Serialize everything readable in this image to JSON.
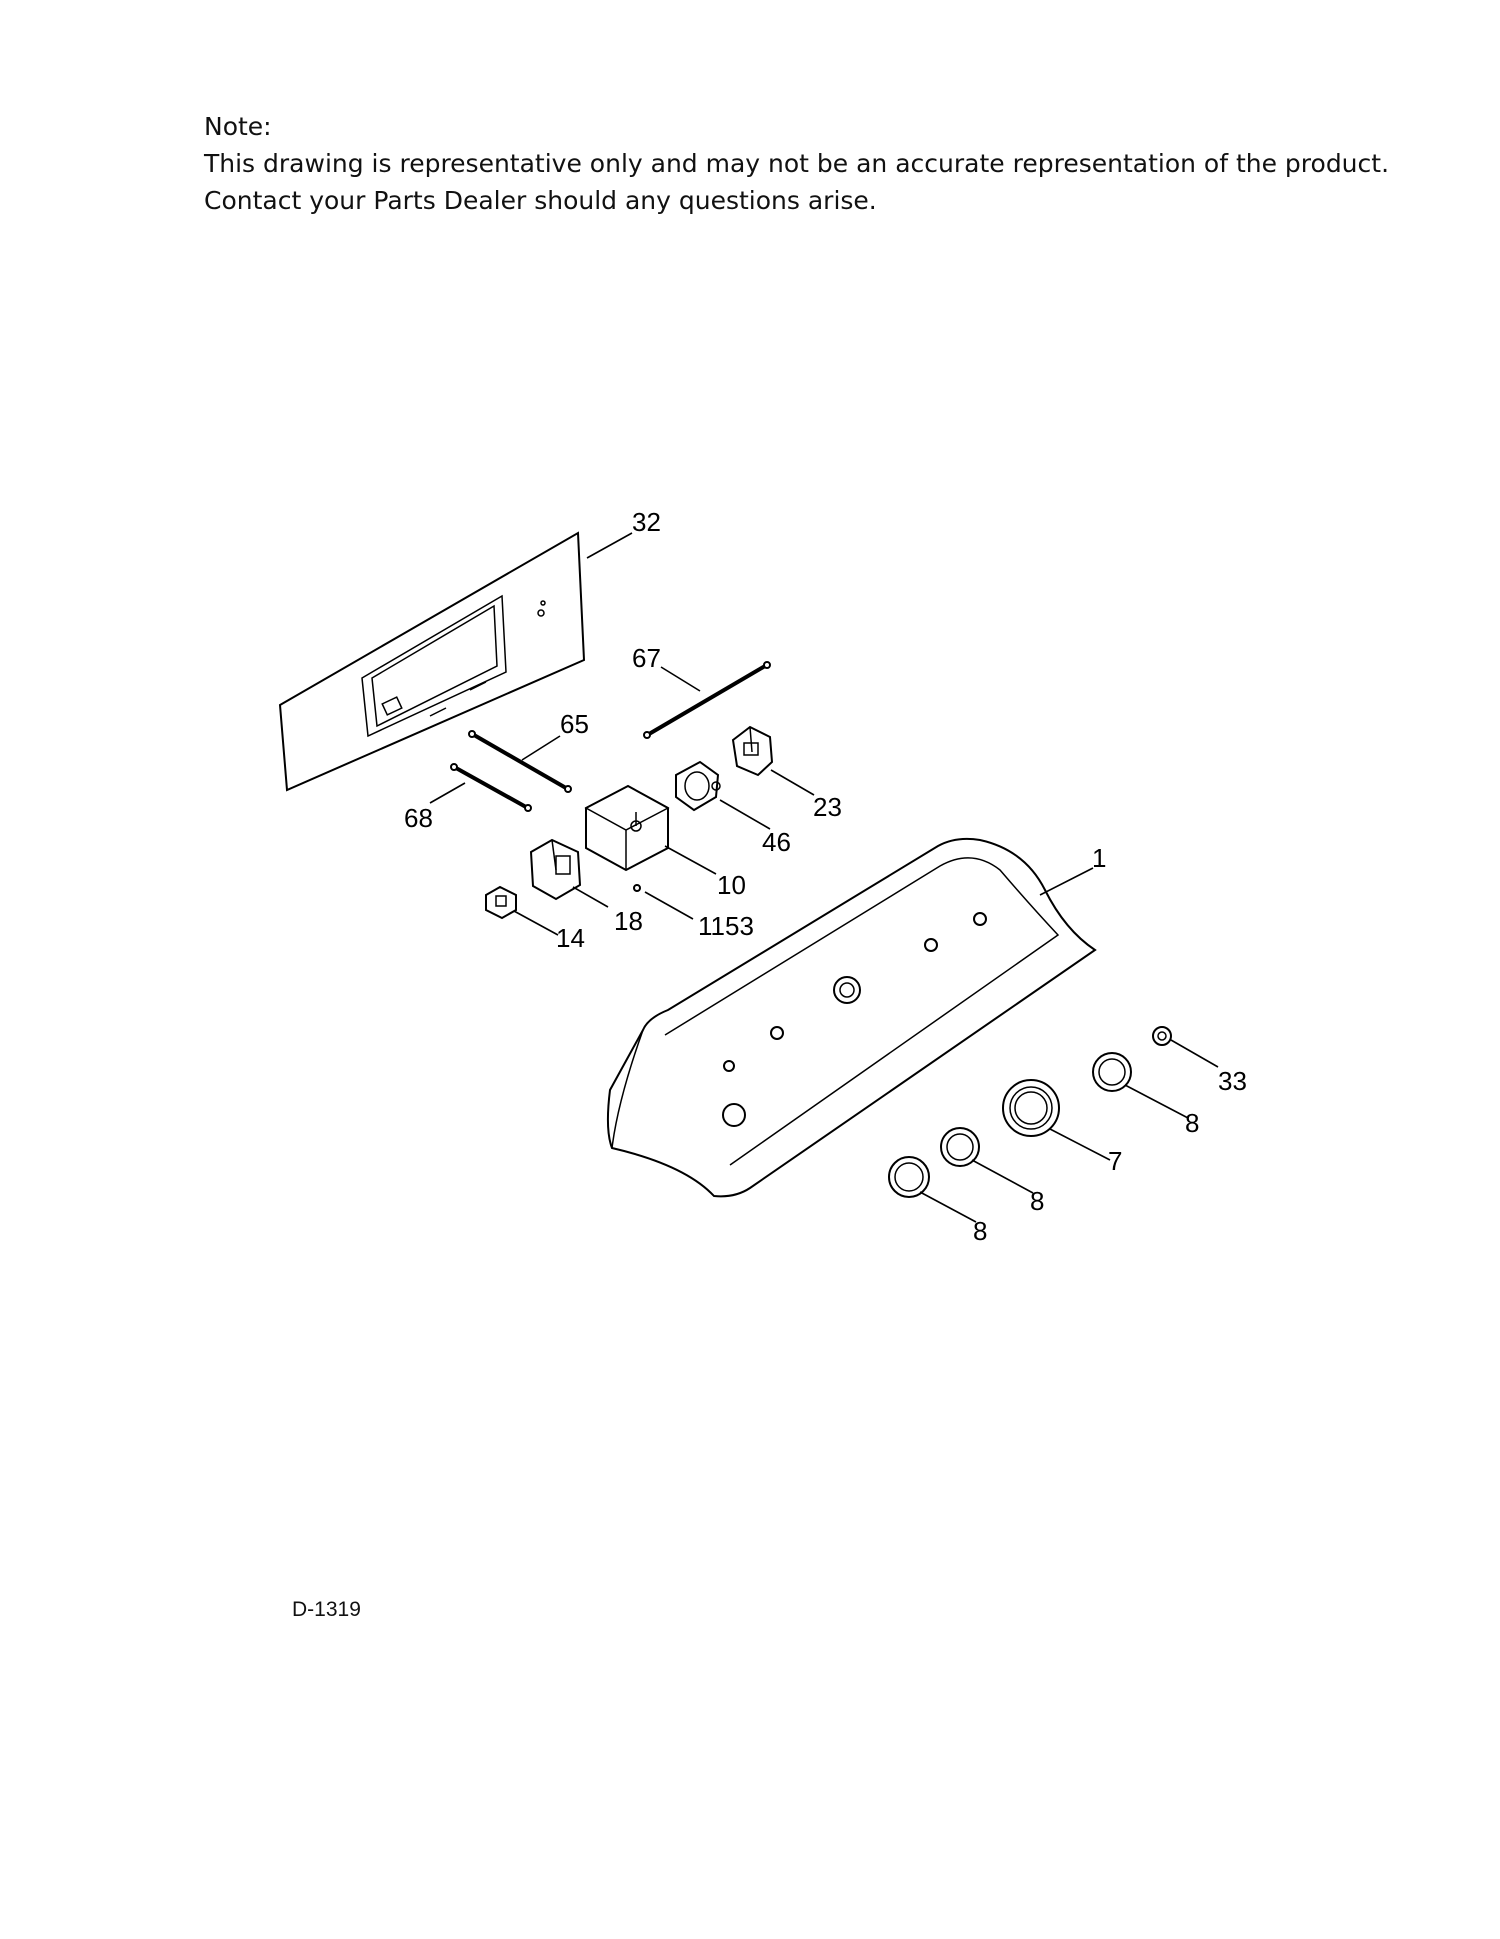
{
  "note": {
    "heading": "Note:",
    "line1": "This drawing is representative only and may not be an accurate representation of the product.",
    "line2": "Contact your Parts Dealer should any questions arise."
  },
  "callouts": {
    "c32": "32",
    "c67": "67",
    "c65": "65",
    "c68": "68",
    "c23": "23",
    "c46": "46",
    "c10": "10",
    "c1": "1",
    "c18": "18",
    "c1153": "1153",
    "c14": "14",
    "c33": "33",
    "c8a": "8",
    "c7": "7",
    "c8b": "8",
    "c8c": "8"
  },
  "drawing_code": "D-1319"
}
